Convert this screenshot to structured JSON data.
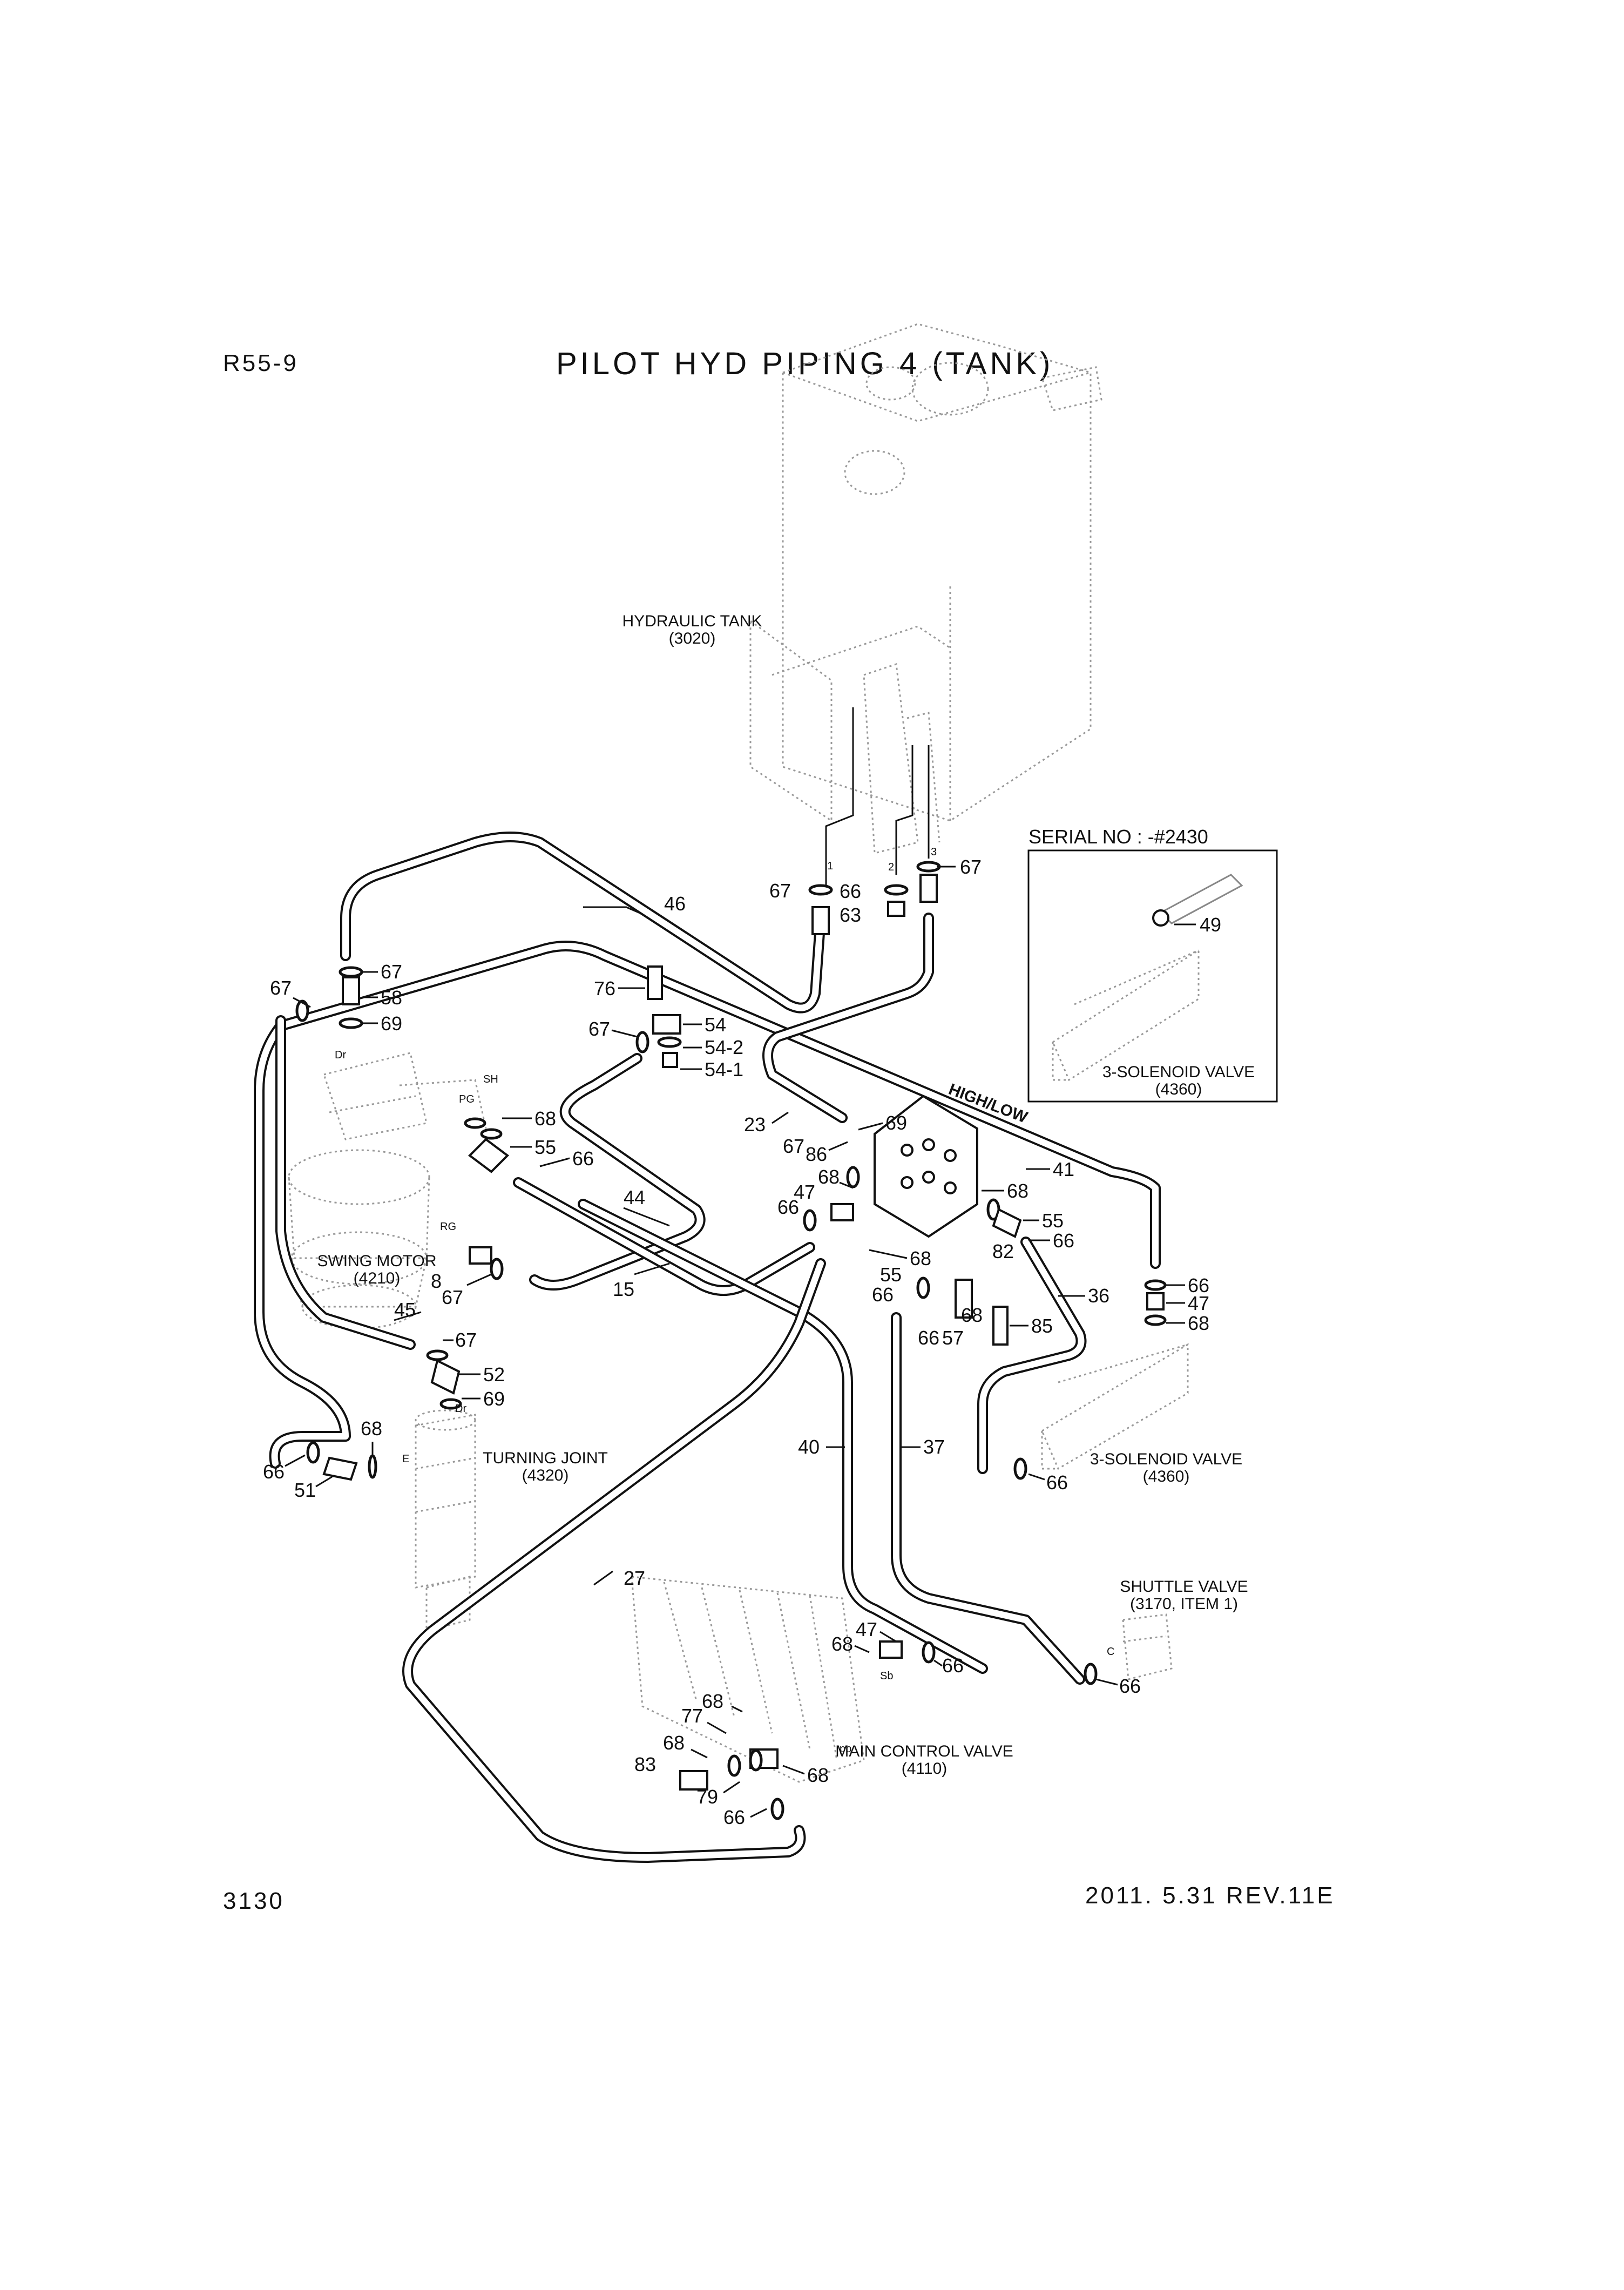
{
  "header": {
    "model": "R55-9",
    "title": "PILOT HYD PIPING 4 (TANK)"
  },
  "footer": {
    "page_number": "3130",
    "revision": "2011. 5.31  REV.11E"
  },
  "components": {
    "hydraulic_tank": {
      "name": "HYDRAULIC TANK",
      "ref": "(3020)"
    },
    "swing_motor": {
      "name": "SWING MOTOR",
      "ref": "(4210)"
    },
    "turning_joint": {
      "name": "TURNING JOINT",
      "ref": "(4320)"
    },
    "solenoid_valve_inset": {
      "name": "3-SOLENOID VALVE",
      "ref": "(4360)"
    },
    "solenoid_valve": {
      "name": "3-SOLENOID VALVE",
      "ref": "(4360)"
    },
    "shuttle_valve": {
      "name": "SHUTTLE VALVE",
      "ref": "(3170, ITEM 1)"
    },
    "main_control_valve": {
      "name": "MAIN CONTROL VALVE",
      "ref": "(4110)"
    }
  },
  "inset": {
    "serial_note": "SERIAL NO : -#2430",
    "part": "49"
  },
  "hose_tag": "HIGH/LOW",
  "port_marks": {
    "dr_motor": "Dr",
    "sh": "SH",
    "pg": "PG",
    "rg": "RG",
    "dr_joint": "Dr",
    "e": "E",
    "sb": "Sb",
    "pp": "pp",
    "c": "C",
    "tank_1": "1",
    "tank_2": "2",
    "tank_3": "3"
  },
  "part_labels": {
    "p67a": "67",
    "p66a": "66",
    "p63": "63",
    "p67b": "67",
    "p46": "46",
    "p67c": "67",
    "p58": "58",
    "p67d": "67",
    "p69a": "69",
    "p76": "76",
    "p67e": "67",
    "p54": "54",
    "p54_2": "54-2",
    "p54_1": "54-1",
    "p68a": "68",
    "p55a": "55",
    "p66b": "66",
    "p44": "44",
    "p23": "23",
    "p69b": "69",
    "p67f": "67",
    "p86": "86",
    "p41": "41",
    "p68b": "68",
    "p47a": "47",
    "p66c": "66",
    "p68c": "68",
    "p55b": "55",
    "p66d": "66",
    "p82": "82",
    "p68d": "68",
    "p55c": "55",
    "p66e": "66",
    "p36": "36",
    "p66f": "66",
    "p47b": "47",
    "p68e": "68",
    "p68f": "68",
    "p57": "57",
    "p66g": "66",
    "p85": "85",
    "p8": "8",
    "p67g": "67",
    "p15": "15",
    "p45": "45",
    "p67h": "67",
    "p52": "52",
    "p69c": "69",
    "p68g": "68",
    "p66h": "66",
    "p51": "51",
    "p40": "40",
    "p37": "37",
    "p66i": "66",
    "p27": "27",
    "p47c": "47",
    "p68h": "68",
    "p66j": "66",
    "p66k": "66",
    "p68i": "68",
    "p77": "77",
    "p68j": "68",
    "p83": "83",
    "p79": "79",
    "p68k": "68",
    "p66l": "66"
  }
}
